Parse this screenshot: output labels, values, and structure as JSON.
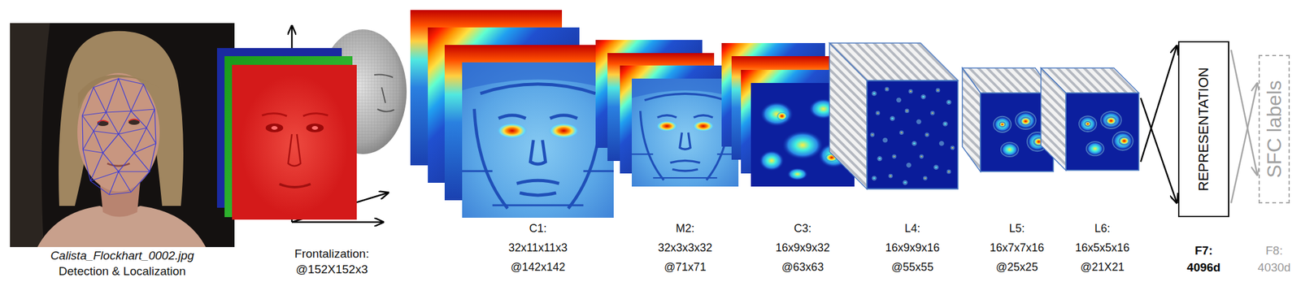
{
  "diagram": {
    "nodes": [
      {
        "text": [
          "Calista_Flockhart_0002.jpg",
          "Detection & Localization"
        ]
      },
      {
        "text": [
          "Frontalization: @152X152x3"
        ]
      },
      {
        "text": [
          "C1: 32x11x11x3 @142x142"
        ]
      },
      {
        "text": [
          "M2: 32x3x3x32 @71x71"
        ]
      },
      {
        "text": [
          "C3: 16x9x9x32 @63x63"
        ]
      },
      {
        "text": [
          "L4: 16x9x9x16 @55x55"
        ]
      },
      {
        "text": [
          "L5: 16x7x7x16 @25x25"
        ]
      },
      {
        "text": [
          "L6: 16x5x5x16 @21X21"
        ]
      },
      {
        "text": [
          "REPRESENTATION",
          "F7: 4096d"
        ]
      },
      {
        "text": [
          "SFC labels",
          "F8: 4030d"
        ]
      }
    ],
    "edges": [
      {
        "from": 7,
        "to": 8,
        "arrow": "to"
      },
      {
        "from": 8,
        "to": 9,
        "arrow": "to"
      }
    ]
  }
}
